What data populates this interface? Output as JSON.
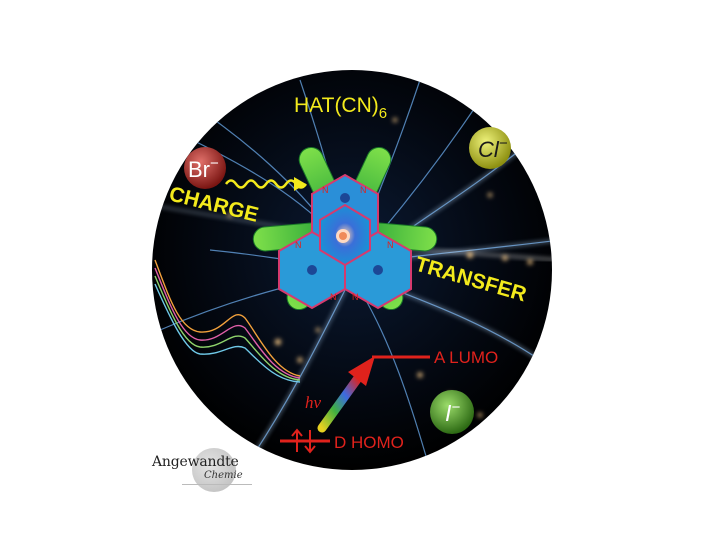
{
  "graphic": {
    "molecule_name": "HAT(CN)",
    "molecule_subscript": "6",
    "word_charge": "CHARGE",
    "word_transfer": "TRANSFER",
    "lumo_label": "A  LUMO",
    "homo_label": "D  HOMO",
    "photon_label": "hν",
    "nitrogen_label": "N",
    "anions": [
      {
        "symbol": "Br",
        "charge": "−",
        "color": "#c0302c"
      },
      {
        "symbol": "Cl",
        "charge": "−",
        "color": "#bfc52a"
      },
      {
        "symbol": "I",
        "charge": "−",
        "color": "#4faa2c"
      }
    ],
    "colors": {
      "label_yellow": "#f3ea1c",
      "energy_red": "#e0221c",
      "background": "#02040a"
    }
  },
  "logo": {
    "main": "Angewandte",
    "sub": "Chemie"
  }
}
